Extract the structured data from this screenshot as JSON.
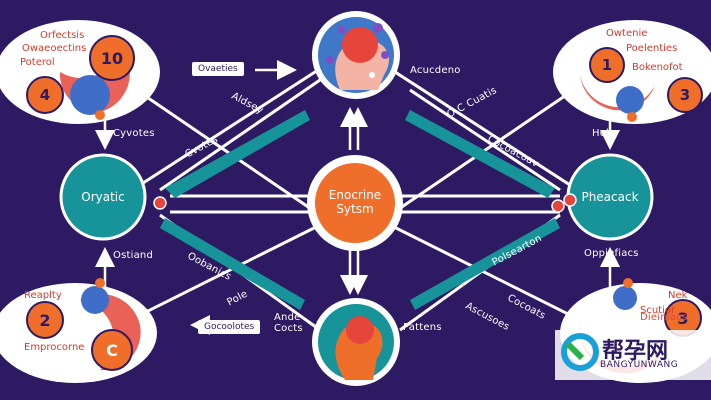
{
  "center": {
    "line1": "Enocrine",
    "line2": "Sytsm"
  },
  "left_node": {
    "label": "Oryatic"
  },
  "right_node": {
    "label": "Pheacack"
  },
  "tl_card": {
    "line1": "Orfectsis",
    "line2": "Owaeoectins",
    "line3": "Poterol",
    "big_num": "10",
    "small_num": "4"
  },
  "tr_card": {
    "line1": "Owtenie",
    "line2": "Poelenties",
    "line3": "Bokenofot",
    "num1": "1",
    "num2": "3"
  },
  "bl_card": {
    "line1": "Reaplty",
    "line2": "Emprocorne",
    "num1": "2",
    "letter": "C"
  },
  "br_card": {
    "line1": "Nek",
    "line2": "Scutior",
    "num1": "3"
  },
  "labels": {
    "overties": "Ovaeties",
    "acucdeno": "Acucdeno",
    "aldsey": "Aldsey",
    "c_cuatis": "O C Cuatis",
    "cyvotes": "Cyvotes",
    "c_ovotes": "Cvotes",
    "cocoacoav": "Cocoacoav",
    "hohy": "Hohy",
    "ostiand": "Ostiand",
    "dobanics": "Oobanics",
    "polsearton": "Polsearton",
    "oppiefiacs": "Oppiefiacs",
    "pole": "Pole",
    "cocoats": "Cocoats",
    "gocoolotes": "Gocoolotes",
    "ande_cocts": "Ande Cocts",
    "pattens": "Pattens",
    "ascusoes": "Ascusoes",
    "dieiniacs": "Dieiniacs"
  },
  "watermark": {
    "brand": "帮孕网",
    "sub": "BANGYUNWANG"
  },
  "colors": {
    "background": "#2e1a63",
    "teal": "#17949a",
    "orange": "#ef6e2a",
    "card": "#ffffff",
    "accent_red": "#e5453a",
    "blue_accent": "#3f6ec8"
  }
}
